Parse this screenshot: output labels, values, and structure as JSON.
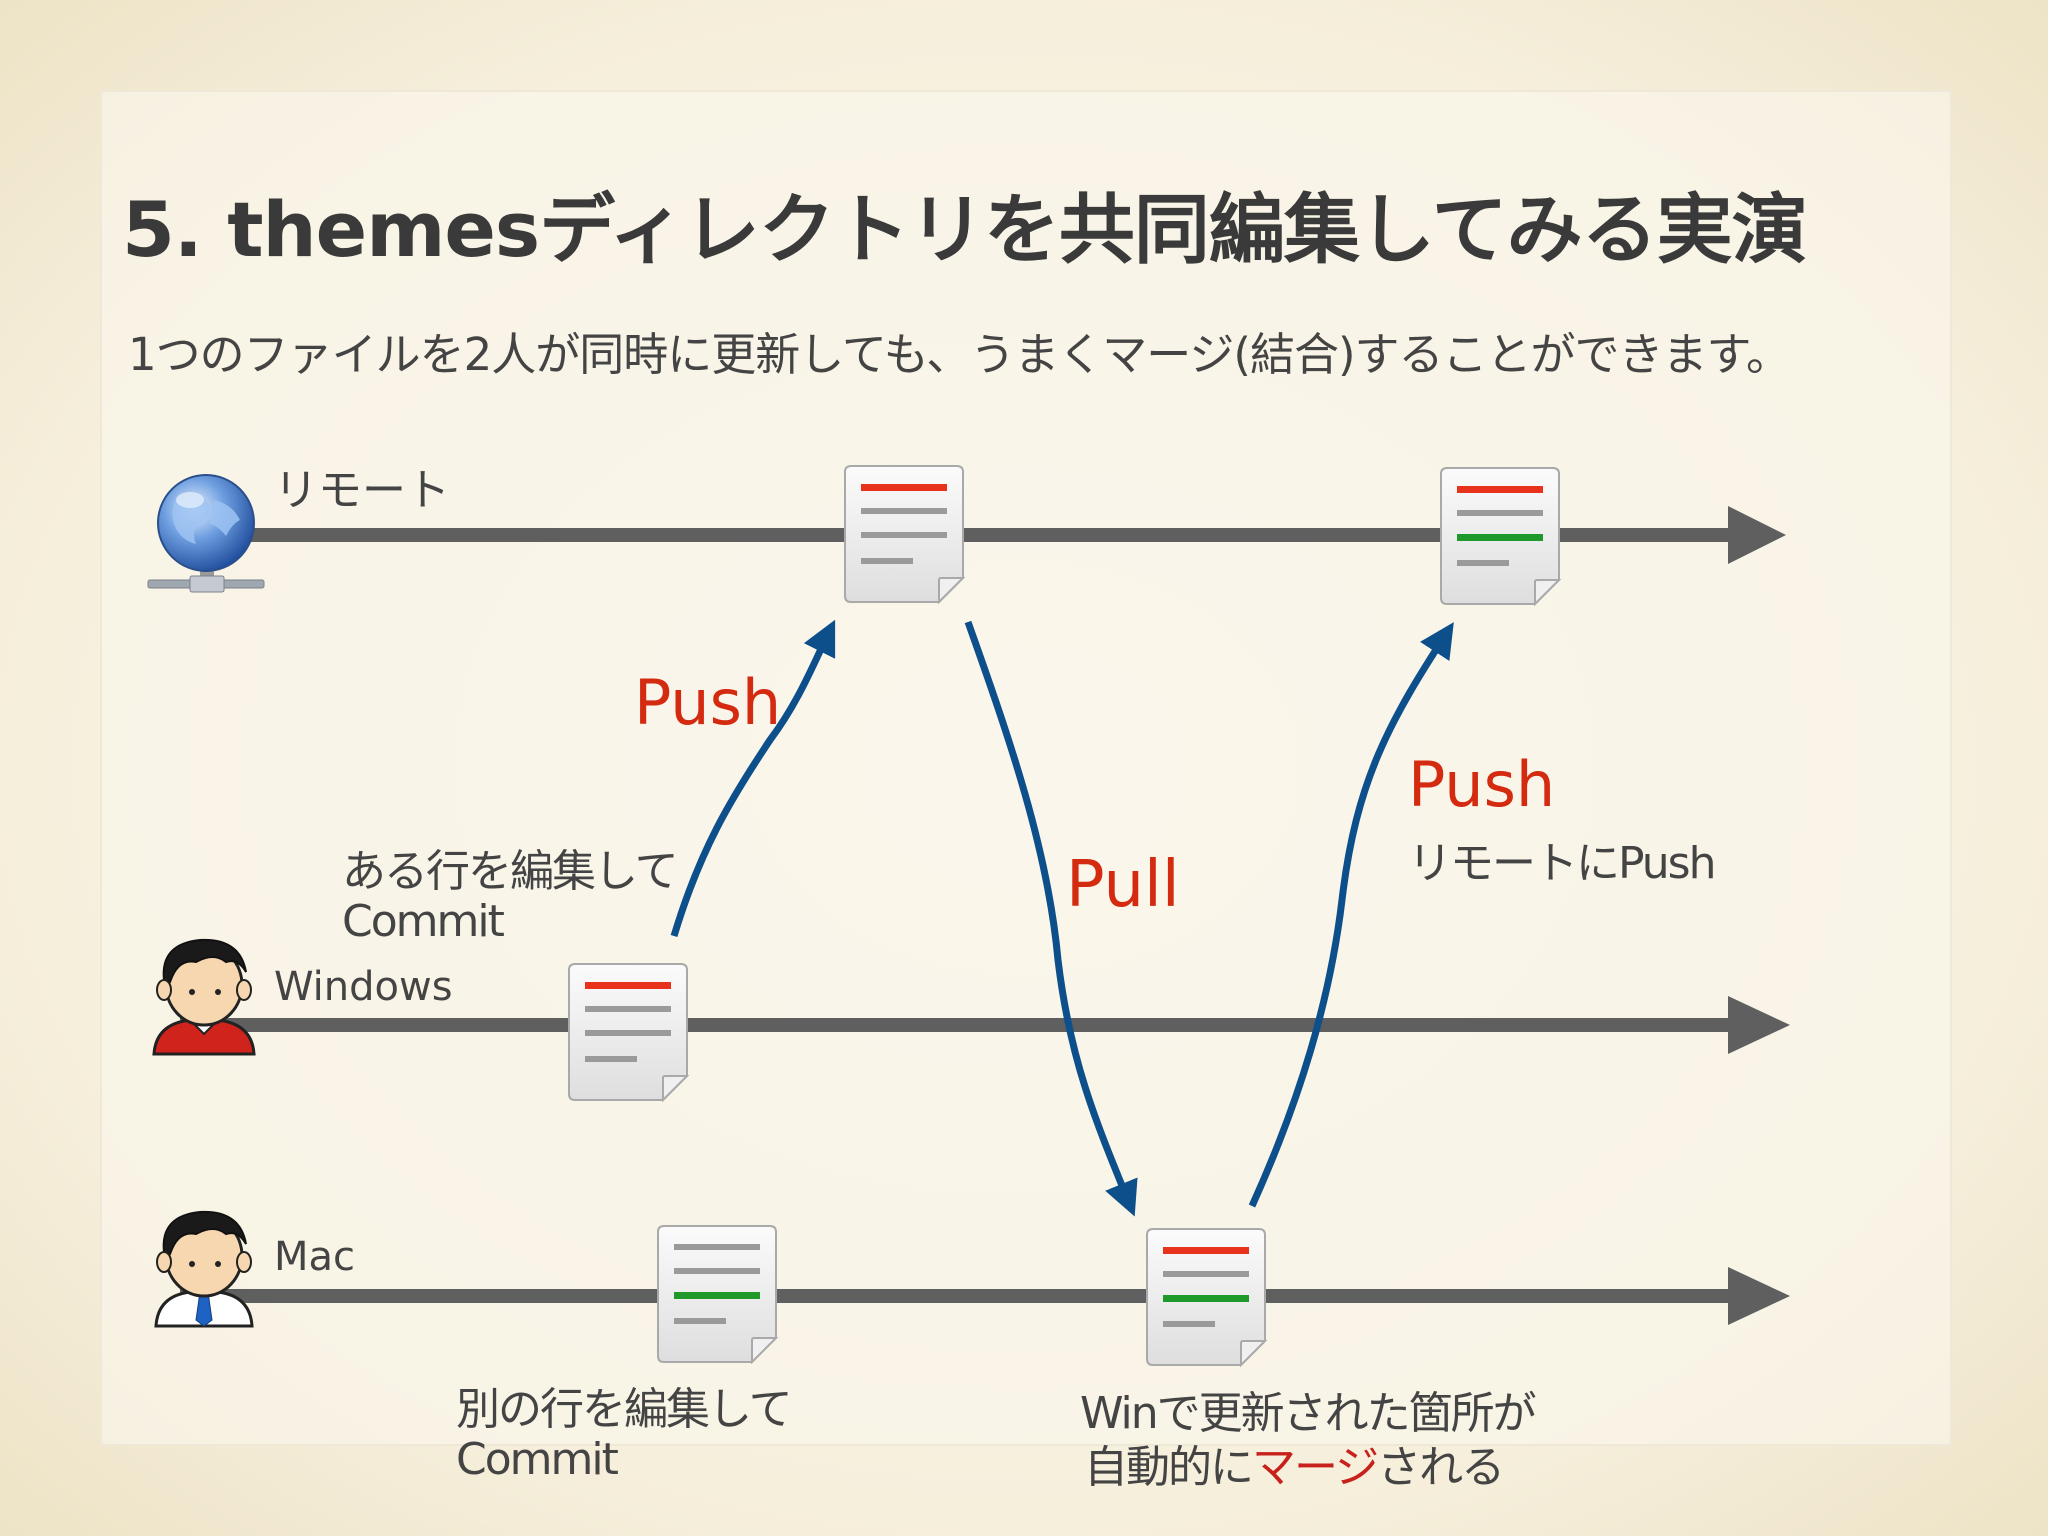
{
  "title": "5. themesディレクトリを共同編集してみる実演",
  "subtitle": "1つのファイルを2人が同時に更新しても、うまくマージ(結合)することができます。",
  "lanes": {
    "remote": "リモート",
    "windows": "Windows",
    "mac": "Mac"
  },
  "actions": {
    "push1": "Push",
    "pull": "Pull",
    "push2": "Push"
  },
  "annotations": {
    "windows_edit_line1": "ある行を編集して",
    "windows_edit_line2": "Commit",
    "mac_edit_line1": "別の行を編集して",
    "mac_edit_line2": "Commit",
    "push_remote": "リモートにPush",
    "merge_line1": "Winで更新された箇所が",
    "merge_line2_prefix": "自動的に",
    "merge_line2_highlight": "マージ",
    "merge_line2_suffix": "される"
  },
  "icons": {
    "remote": "globe-server-icon",
    "windows_user": "user-red-icon",
    "mac_user": "user-tie-icon",
    "document": "document-icon"
  },
  "colors": {
    "lane": "#5f5f5f",
    "arrow": "#0d4f8b",
    "accent_red": "#d42a10",
    "line_red": "#e8321c",
    "line_green": "#1f9a2a"
  }
}
